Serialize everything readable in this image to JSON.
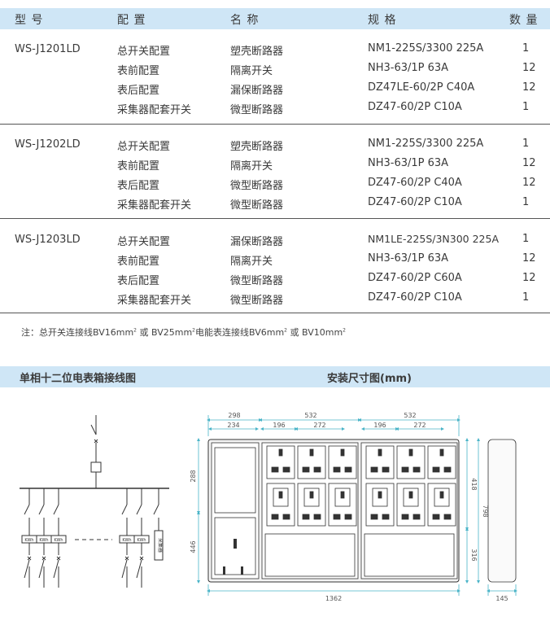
{
  "header": {
    "col_model": "型 号",
    "col_config": "配 置",
    "col_name": "名 称",
    "col_spec": "规 格",
    "col_qty": "数 量"
  },
  "groups": [
    {
      "model": "WS-J1201LD",
      "rows": [
        {
          "config": "总开关配置",
          "name": "塑壳断路器",
          "spec": "NM1-225S/3300 225A",
          "qty": "1"
        },
        {
          "config": "表前配置",
          "name": "隔离开关",
          "spec": "NH3-63/1P 63A",
          "qty": "12"
        },
        {
          "config": "表后配置",
          "name": "漏保断路器",
          "spec": "DZ47LE-60/2P C40A",
          "qty": "12"
        },
        {
          "config": "采集器配套开关",
          "name": "微型断路器",
          "spec": "DZ47-60/2P C10A",
          "qty": "1"
        }
      ]
    },
    {
      "model": "WS-J1202LD",
      "rows": [
        {
          "config": "总开关配置",
          "name": "塑壳断路器",
          "spec": "NM1-225S/3300 225A",
          "qty": "1"
        },
        {
          "config": "表前配置",
          "name": "隔离开关",
          "spec": "NH3-63/1P 63A",
          "qty": "12"
        },
        {
          "config": "表后配置",
          "name": "微型断路器",
          "spec": "DZ47-60/2P C40A",
          "qty": "12"
        },
        {
          "config": "采集器配套开关",
          "name": "微型断路器",
          "spec": "DZ47-60/2P C10A",
          "qty": "1"
        }
      ]
    },
    {
      "model": "WS-J1203LD",
      "rows": [
        {
          "config": "总开关配置",
          "name": "漏保断路器",
          "spec": "NM1LE-225S/3N300 225A",
          "qty": "1"
        },
        {
          "config": "表前配置",
          "name": "隔离开关",
          "spec": "NH3-63/1P 63A",
          "qty": "12"
        },
        {
          "config": "表后配置",
          "name": "微型断路器",
          "spec": "DZ47-60/2P C60A",
          "qty": "12"
        },
        {
          "config": "采集器配套开关",
          "name": "微型断路器",
          "spec": "DZ47-60/2P C10A",
          "qty": "1"
        }
      ]
    }
  ],
  "note": {
    "prefix": "注：总开关连接线BV16mm",
    "mid1": "或 BV25mm",
    "mid2": "电能表连接线BV6mm",
    "mid3": "或 BV10mm",
    "sup": "2"
  },
  "section": {
    "wiring_title": "单相十二位电表箱接线图",
    "install_title": "安装尺寸图(mm)"
  },
  "wiring": {
    "meter_label": "KWh",
    "collector_label": "采集器"
  },
  "dimensions": {
    "top_298": "298",
    "top_532a": "532",
    "top_532b": "532",
    "sub_234": "234",
    "sub_196a": "196",
    "sub_272a": "272",
    "sub_196b": "196",
    "sub_272b": "272",
    "left_288": "288",
    "left_446": "446",
    "right_418": "418",
    "right_316": "316",
    "right_798": "798",
    "bottom_1362": "1362",
    "bottom_145": "145"
  }
}
